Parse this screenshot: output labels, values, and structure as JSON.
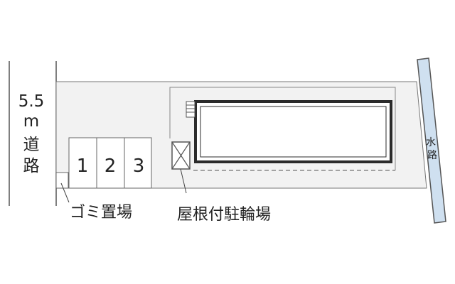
{
  "road": {
    "chars": [
      "5.5",
      "m",
      "道",
      "路"
    ]
  },
  "water": {
    "chars": [
      "水",
      "路"
    ]
  },
  "parking": {
    "spaces": [
      "1",
      "2",
      "3"
    ]
  },
  "labels": {
    "garbage": "ゴミ置場",
    "bicycle": "屋根付駐輪場"
  },
  "colors": {
    "lot": "#f2f2f2",
    "water": "#cfe0f0",
    "building_stroke": "#2b2b2b",
    "line": "#555555"
  }
}
